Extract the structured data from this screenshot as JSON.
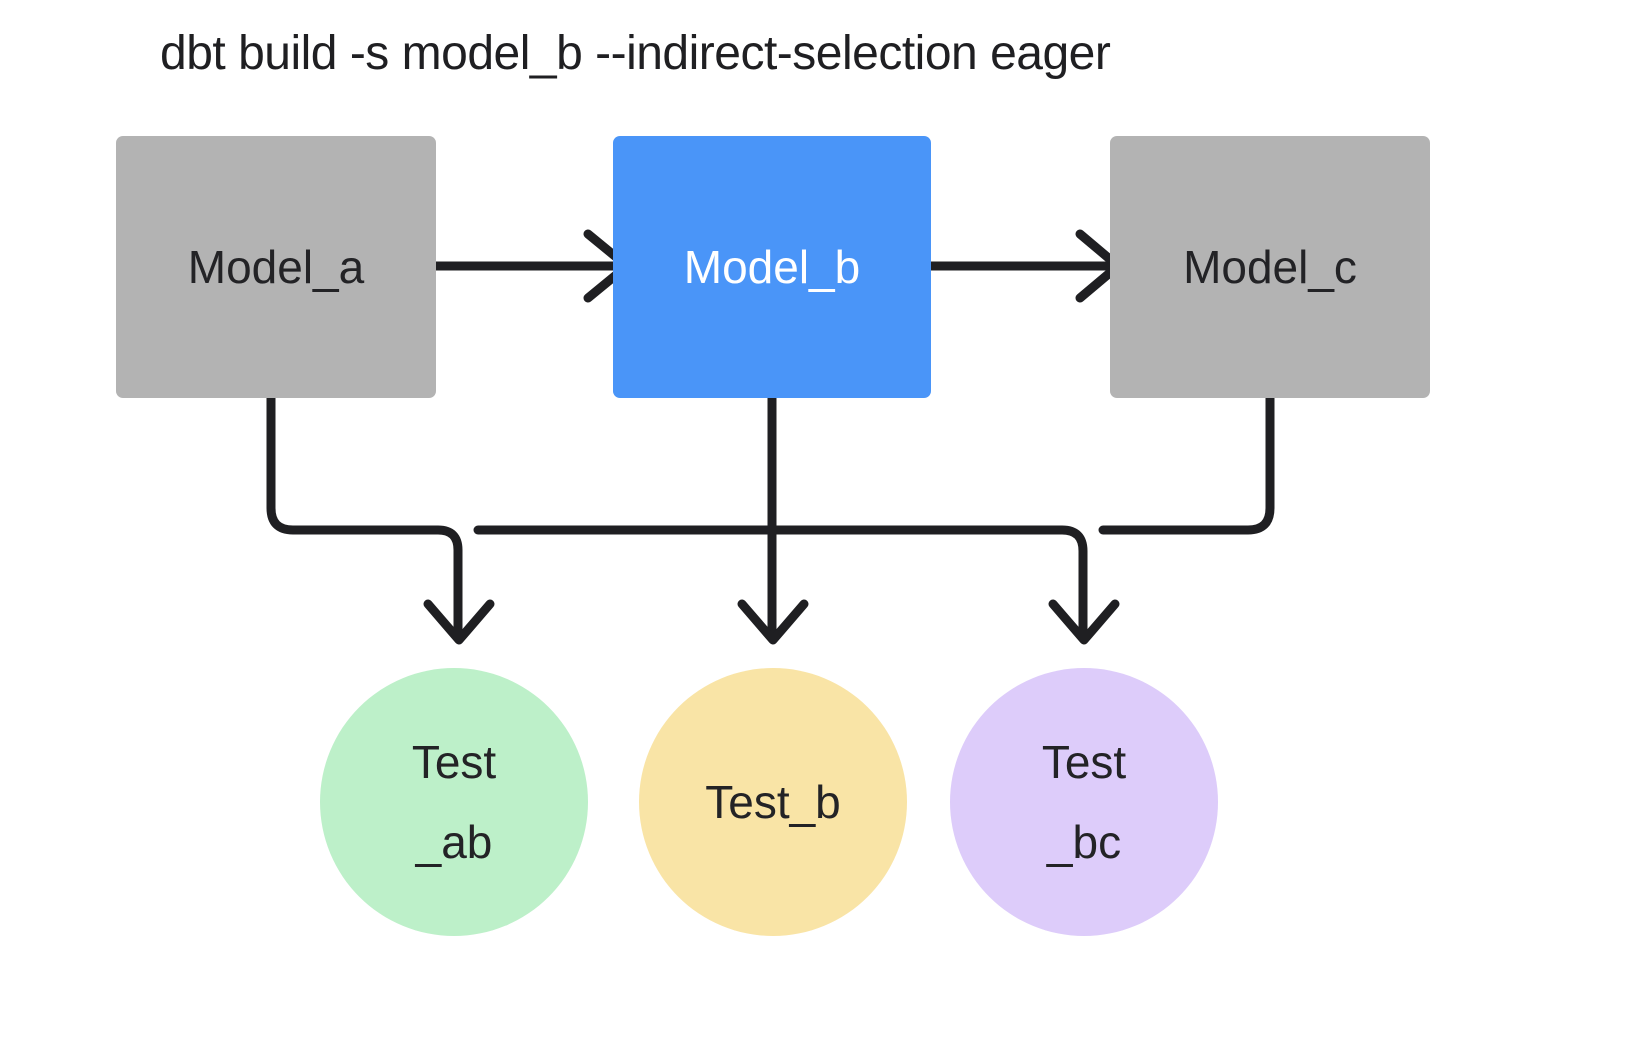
{
  "title": "dbt build -s model_b --indirect-selection eager",
  "colors": {
    "background": "#ffffff",
    "model_default_fill": "#b3b3b3",
    "model_selected_fill": "#4a95f8",
    "model_default_text": "#232326",
    "model_selected_text": "#ffffff",
    "test_ab_fill": "#bdf0c9",
    "test_b_fill": "#f9e4a6",
    "test_bc_fill": "#ddccfa",
    "test_text": "#232326",
    "edge_stroke": "#1f1f22",
    "title_text": "#1f1f22"
  },
  "models": [
    {
      "id": "model_a",
      "label": "Model_a",
      "selected": false
    },
    {
      "id": "model_b",
      "label": "Model_b",
      "selected": true
    },
    {
      "id": "model_c",
      "label": "Model_c",
      "selected": false
    }
  ],
  "tests": [
    {
      "id": "test_ab",
      "label": "Test\n_ab",
      "color_key": "test_ab_fill"
    },
    {
      "id": "test_b",
      "label": "Test_b",
      "color_key": "test_b_fill"
    },
    {
      "id": "test_bc",
      "label": "Test\n_bc",
      "color_key": "test_bc_fill"
    }
  ],
  "edges": [
    {
      "id": "model_a-to-model_b",
      "from": "model_a",
      "to": "model_b",
      "kind": "horizontal"
    },
    {
      "id": "model_b-to-model_c",
      "from": "model_b",
      "to": "model_c",
      "kind": "horizontal"
    },
    {
      "id": "model_a-to-test_ab",
      "from": "model_a",
      "to": "test_ab",
      "kind": "elbow"
    },
    {
      "id": "model_b-to-test_ab",
      "from": "model_b",
      "to": "test_ab",
      "kind": "elbow"
    },
    {
      "id": "model_b-to-test_b",
      "from": "model_b",
      "to": "test_b",
      "kind": "vertical"
    },
    {
      "id": "model_b-to-test_bc",
      "from": "model_b",
      "to": "test_bc",
      "kind": "elbow"
    },
    {
      "id": "model_c-to-test_bc",
      "from": "model_c",
      "to": "test_bc",
      "kind": "elbow"
    }
  ]
}
